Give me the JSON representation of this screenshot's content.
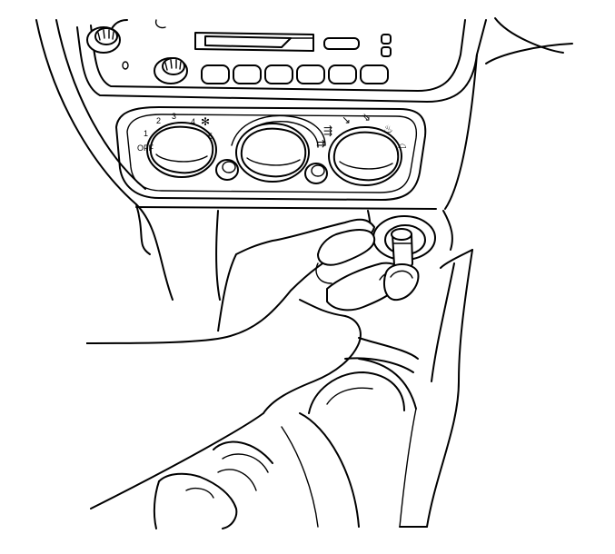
{
  "fan_dial": {
    "off_label": "OFF",
    "speeds": [
      "1",
      "2",
      "3",
      "4",
      "5"
    ]
  },
  "icons": {
    "fan": "fan-icon",
    "vent": "vent-mode-icon",
    "bilevel": "bi-level-mode-icon",
    "floor": "floor-mode-icon",
    "defrost": "defrost-mode-icon",
    "rear_defog": "rear-defog-icon"
  }
}
